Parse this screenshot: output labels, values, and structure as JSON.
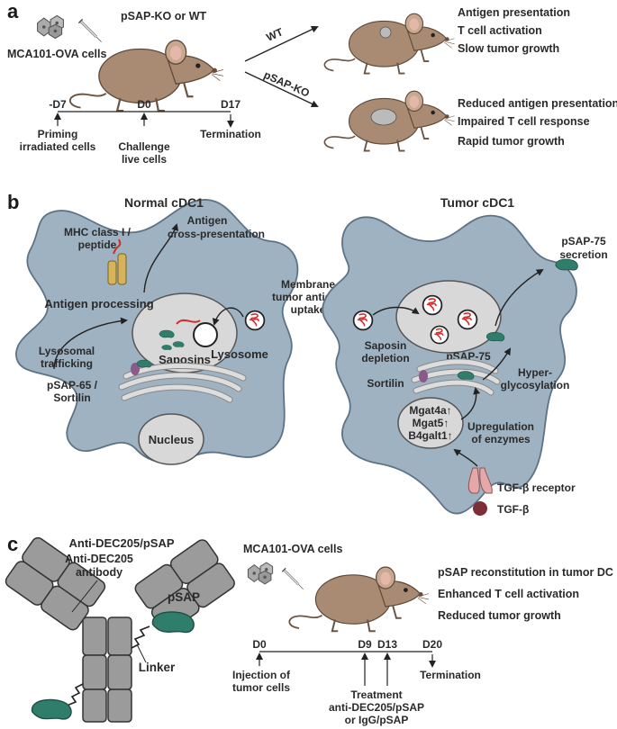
{
  "colors": {
    "cell": "#9fb2c2",
    "cell_edge": "#5d7385",
    "organelle": "#d8d8d8",
    "mouse": "#a98b74",
    "saposin_green": "#2f7d6b",
    "antigen_red": "#d42a2a",
    "antibody_gray": "#9b9b9b",
    "tgf_pink": "#e5a8a8",
    "tgf_brown": "#7c3036"
  },
  "panel_a": {
    "letter": "a",
    "cells_label": "MCA101-OVA cells",
    "mouse_label": "pSAP-KO or WT",
    "timeline": {
      "ticks": [
        "-D7",
        "D0",
        "D17"
      ],
      "events": [
        {
          "line1": "Priming",
          "line2": "irradiated cells"
        },
        {
          "line1": "Challenge",
          "line2": "live cells"
        },
        {
          "line1": "Termination",
          "line2": ""
        }
      ]
    },
    "wt": {
      "arrow_label": "WT",
      "outcomes": [
        "Antigen presentation",
        "T cell activation",
        "Slow tumor growth"
      ]
    },
    "ko": {
      "arrow_label": "pSAP-KO",
      "outcomes": [
        "Reduced antigen presentation",
        "Impaired T cell response",
        "Rapid tumor growth"
      ]
    }
  },
  "panel_b": {
    "letter": "b",
    "normal": {
      "title": "Normal cDC1",
      "mhc": "MHC class I /",
      "peptide": "peptide",
      "antigen_xp_1": "Antigen",
      "antigen_xp_2": "cross-presentation",
      "processing": "Antigen processing",
      "saposins": "Saposins",
      "lysosome": "Lysosome",
      "trafficking_1": "Lysosomal",
      "trafficking_2": "trafficking",
      "psap65_1": "pSAP-65 /",
      "psap65_2": "Sortilin",
      "nucleus": "Nucleus"
    },
    "uptake_1": "Membrane",
    "uptake_2": "tumor antigen",
    "uptake_3": "uptake",
    "tumor": {
      "title": "Tumor cDC1",
      "secretion_1": "pSAP-75",
      "secretion_2": "secretion",
      "depletion_1": "Saposin",
      "depletion_2": "depletion",
      "psap75": "pSAP-75",
      "hyper_1": "Hyper-",
      "hyper_2": "glycosylation",
      "sortilin": "Sortilin",
      "enzymes": [
        "Mgat4a↑",
        "Mgat5↑",
        "B4galt1↑"
      ],
      "upreg_1": "Upregulation",
      "upreg_2": "of enzymes",
      "tgf_receptor": "TGF-β receptor",
      "tgf": "TGF-β"
    }
  },
  "panel_c": {
    "letter": "c",
    "construct_title": "Anti-DEC205/pSAP",
    "antibody_1": "Anti-DEC205",
    "antibody_2": "antibody",
    "psap": "pSAP",
    "linker": "Linker",
    "cells_label": "MCA101-OVA cells",
    "outcomes": [
      "pSAP reconstitution in tumor DC",
      "Enhanced T cell activation",
      "Reduced tumor growth"
    ],
    "timeline": {
      "ticks": [
        "D0",
        "D9",
        "D13",
        "D20"
      ],
      "injection_1": "Injection of",
      "injection_2": "tumor cells",
      "treatment_1": "Treatment",
      "treatment_2": "anti-DEC205/pSAP",
      "treatment_3": "or IgG/pSAP",
      "termination": "Termination"
    }
  }
}
